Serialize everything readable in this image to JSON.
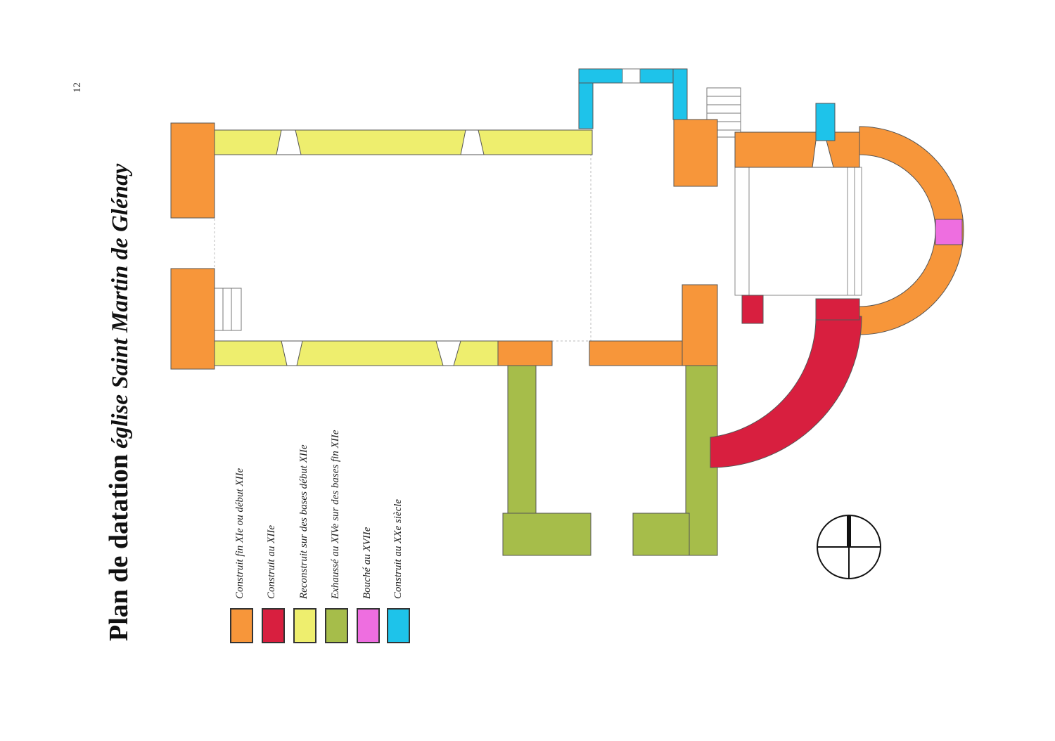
{
  "page_number": "12",
  "title": {
    "main": "Plan de datation",
    "subtitle": "église Saint Martin de Glénay"
  },
  "legend": [
    {
      "label": "Construit fin XIe ou début XIIe",
      "color": "#f7963a"
    },
    {
      "label": "Construit au XIIe",
      "color": "#d81f3f"
    },
    {
      "label": "Reconstruit sur des bases début XIIe",
      "color": "#eeee6e"
    },
    {
      "label": "Exhaussé au XIVe sur des bases fin XIIe",
      "color": "#a6bd4a"
    },
    {
      "label": "Bouché au XVIIe",
      "color": "#ee6ee0"
    },
    {
      "label": "Construit au XXe siècle",
      "color": "#1ec3ea"
    }
  ]
}
